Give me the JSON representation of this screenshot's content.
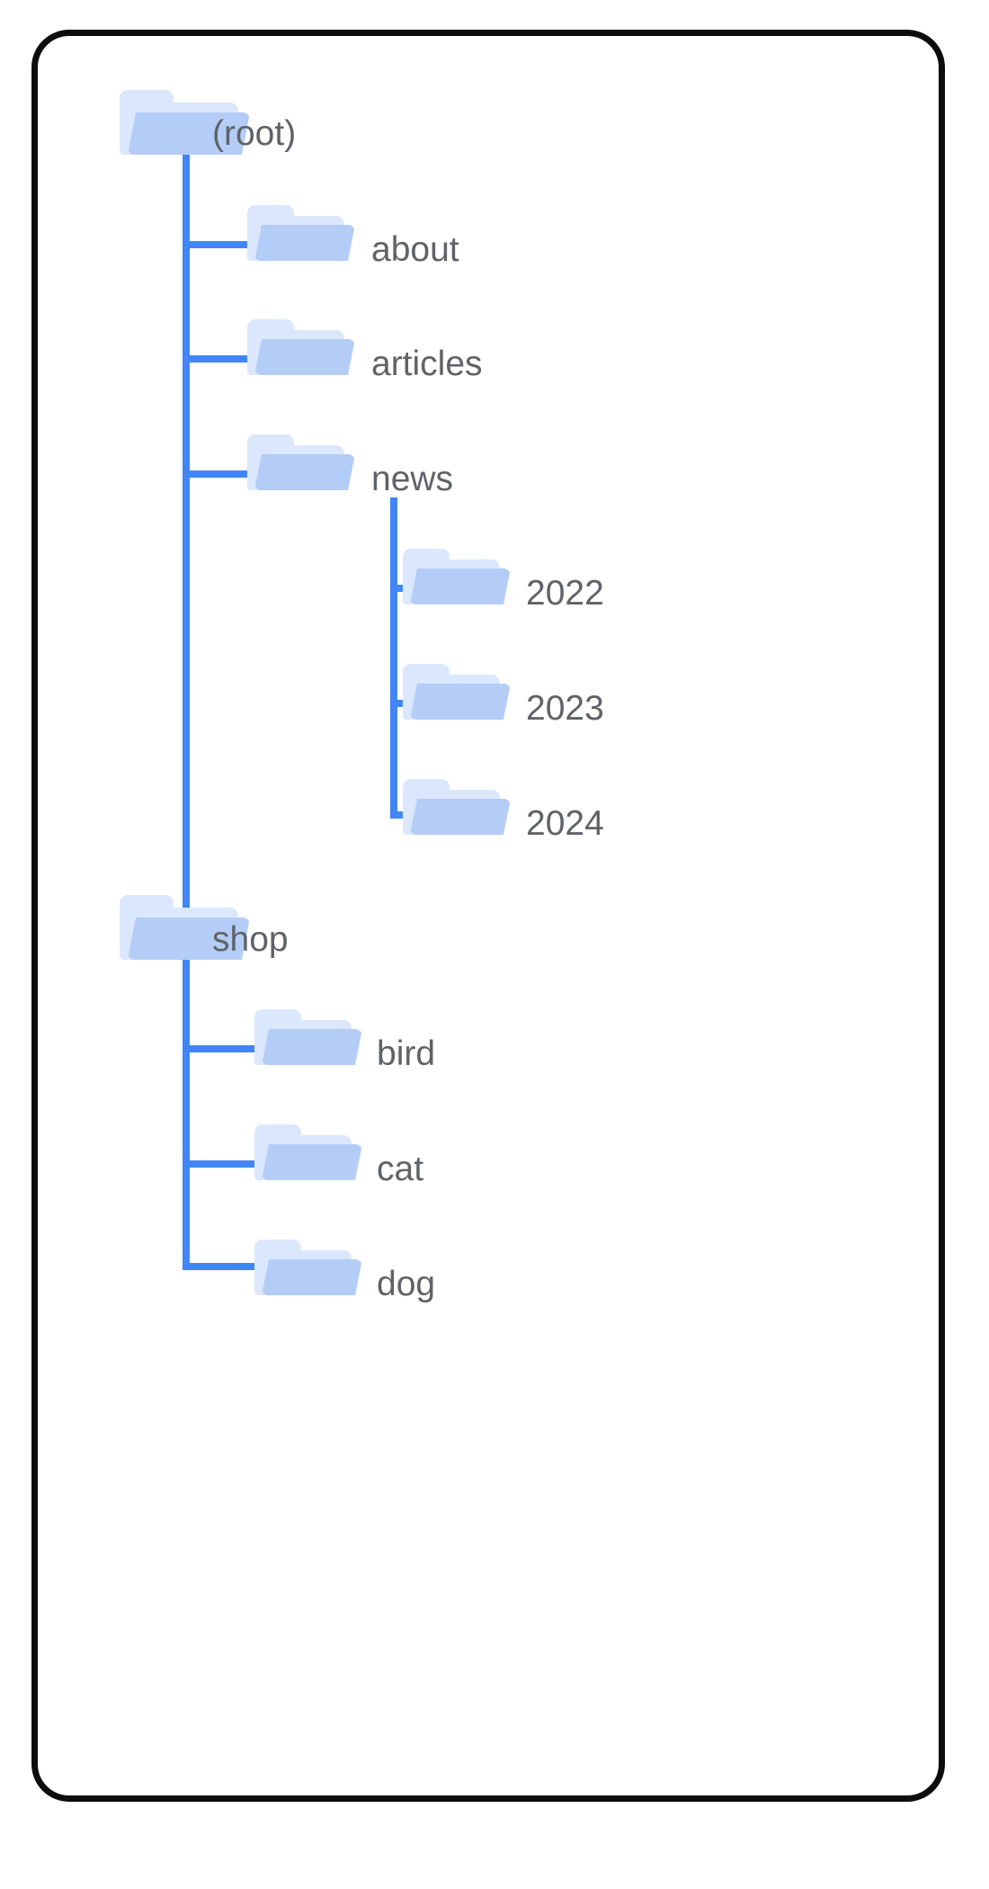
{
  "diagram": {
    "title": "folder-tree",
    "colors": {
      "connector": "#4285F4",
      "folder_back": "#DBE7FC",
      "folder_front": "#B4CDF7",
      "label_text": "#5F6368",
      "frame_border": "#0D0D0D",
      "background": "#FFFFFF"
    },
    "nodes": [
      {
        "id": "root",
        "label": "(root)",
        "depth": 0
      },
      {
        "id": "about",
        "label": "about",
        "depth": 1
      },
      {
        "id": "articles",
        "label": "articles",
        "depth": 1
      },
      {
        "id": "news",
        "label": "news",
        "depth": 1
      },
      {
        "id": "y2022",
        "label": "2022",
        "depth": 2
      },
      {
        "id": "y2023",
        "label": "2023",
        "depth": 2
      },
      {
        "id": "y2024",
        "label": "2024",
        "depth": 2
      },
      {
        "id": "shop",
        "label": "shop",
        "depth": 0
      },
      {
        "id": "bird",
        "label": "bird",
        "depth": 1
      },
      {
        "id": "cat",
        "label": "cat",
        "depth": 1
      },
      {
        "id": "dog",
        "label": "dog",
        "depth": 1
      }
    ],
    "icons": {
      "folder": "folder-icon"
    }
  }
}
